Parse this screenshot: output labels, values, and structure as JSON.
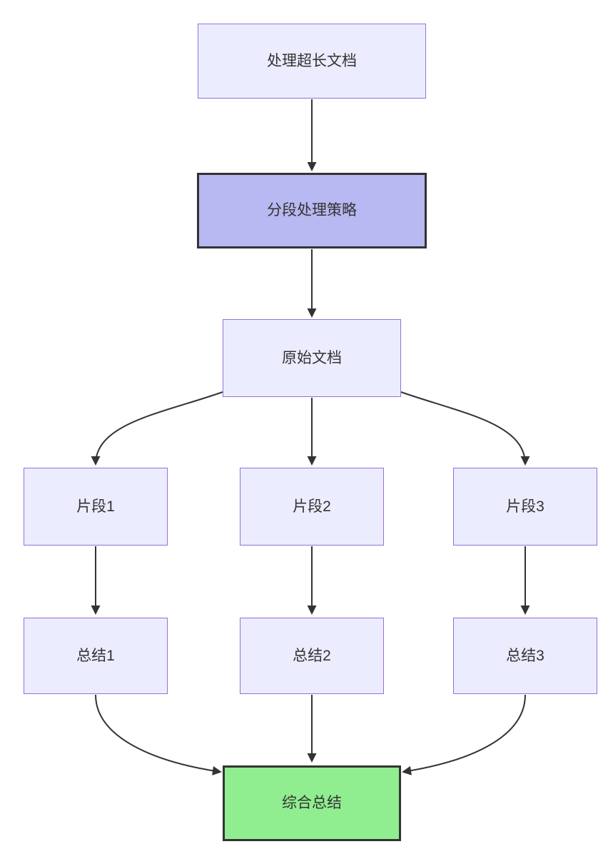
{
  "diagram": {
    "type": "flowchart",
    "direction": "top-down",
    "nodes": [
      {
        "id": "process-long-doc",
        "label": "处理超长文档",
        "variant": "default"
      },
      {
        "id": "segmentation-strategy",
        "label": "分段处理策略",
        "variant": "highlight-purple"
      },
      {
        "id": "original-doc",
        "label": "原始文档",
        "variant": "default"
      },
      {
        "id": "fragment-1",
        "label": "片段1",
        "variant": "default"
      },
      {
        "id": "fragment-2",
        "label": "片段2",
        "variant": "default"
      },
      {
        "id": "fragment-3",
        "label": "片段3",
        "variant": "default"
      },
      {
        "id": "summary-1",
        "label": "总结1",
        "variant": "default"
      },
      {
        "id": "summary-2",
        "label": "总结2",
        "variant": "default"
      },
      {
        "id": "summary-3",
        "label": "总结3",
        "variant": "default"
      },
      {
        "id": "final-summary",
        "label": "综合总结",
        "variant": "highlight-green"
      }
    ],
    "edges": [
      {
        "from": "处理超长文档",
        "to": "分段处理策略"
      },
      {
        "from": "分段处理策略",
        "to": "原始文档"
      },
      {
        "from": "原始文档",
        "to": "片段1"
      },
      {
        "from": "原始文档",
        "to": "片段2"
      },
      {
        "from": "原始文档",
        "to": "片段3"
      },
      {
        "from": "片段1",
        "to": "总结1"
      },
      {
        "from": "片段2",
        "to": "总结2"
      },
      {
        "from": "片段3",
        "to": "总结3"
      },
      {
        "from": "总结1",
        "to": "综合总结"
      },
      {
        "from": "总结2",
        "to": "综合总结"
      },
      {
        "from": "总结3",
        "to": "综合总结"
      }
    ],
    "colors": {
      "background": "#FFFFFF",
      "node_fill": "#ECECFF",
      "node_border": "#9370DB",
      "highlight_purple_fill": "#B8B8F2",
      "highlight_green_fill": "#90EE90",
      "highlight_border": "#333333",
      "edge": "#333333",
      "text": "#333333"
    }
  }
}
